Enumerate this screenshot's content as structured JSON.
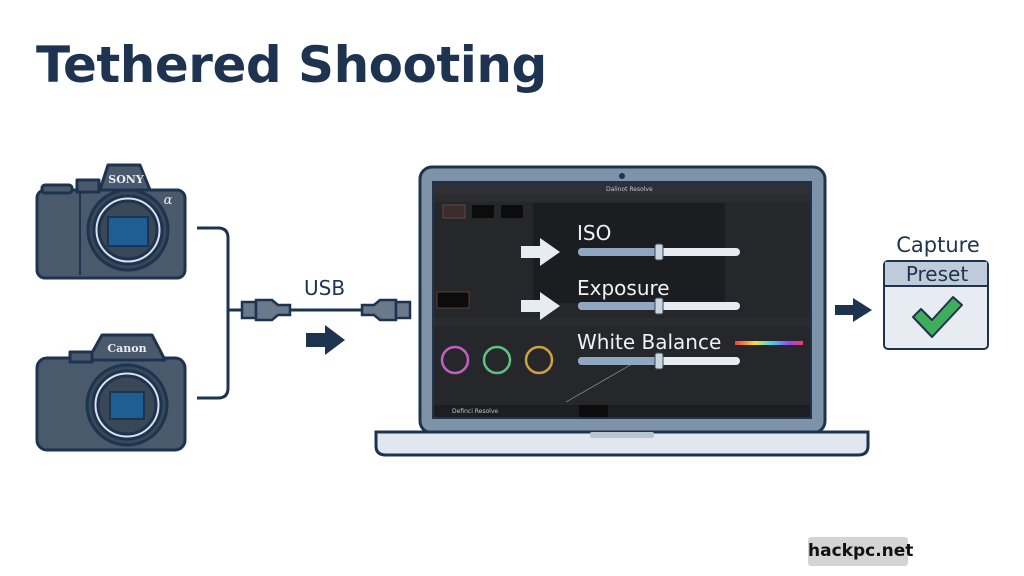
{
  "title": "Tethered Shooting",
  "cameras": [
    {
      "brand": "SONY",
      "badge": "α"
    },
    {
      "brand": "Canon"
    }
  ],
  "connection": {
    "label": "USB"
  },
  "software": {
    "app_title": "Dalinot Resolve",
    "app_footer": "Definci Resolve",
    "controls": [
      {
        "label": "ISO",
        "value_fraction": 0.5
      },
      {
        "label": "Exposure",
        "value_fraction": 0.5
      },
      {
        "label": "White Balance",
        "value_fraction": 0.5
      }
    ]
  },
  "output": {
    "label_line1": "Capture",
    "label_line2": "Preset",
    "status_icon": "check-icon"
  },
  "watermark": "hackpc.net",
  "colors": {
    "navy": "#1e3350",
    "camera_body": "#4a5a6c",
    "sensor": "#1f5e94",
    "check": "#3fae5a",
    "screen": "#25272b"
  }
}
